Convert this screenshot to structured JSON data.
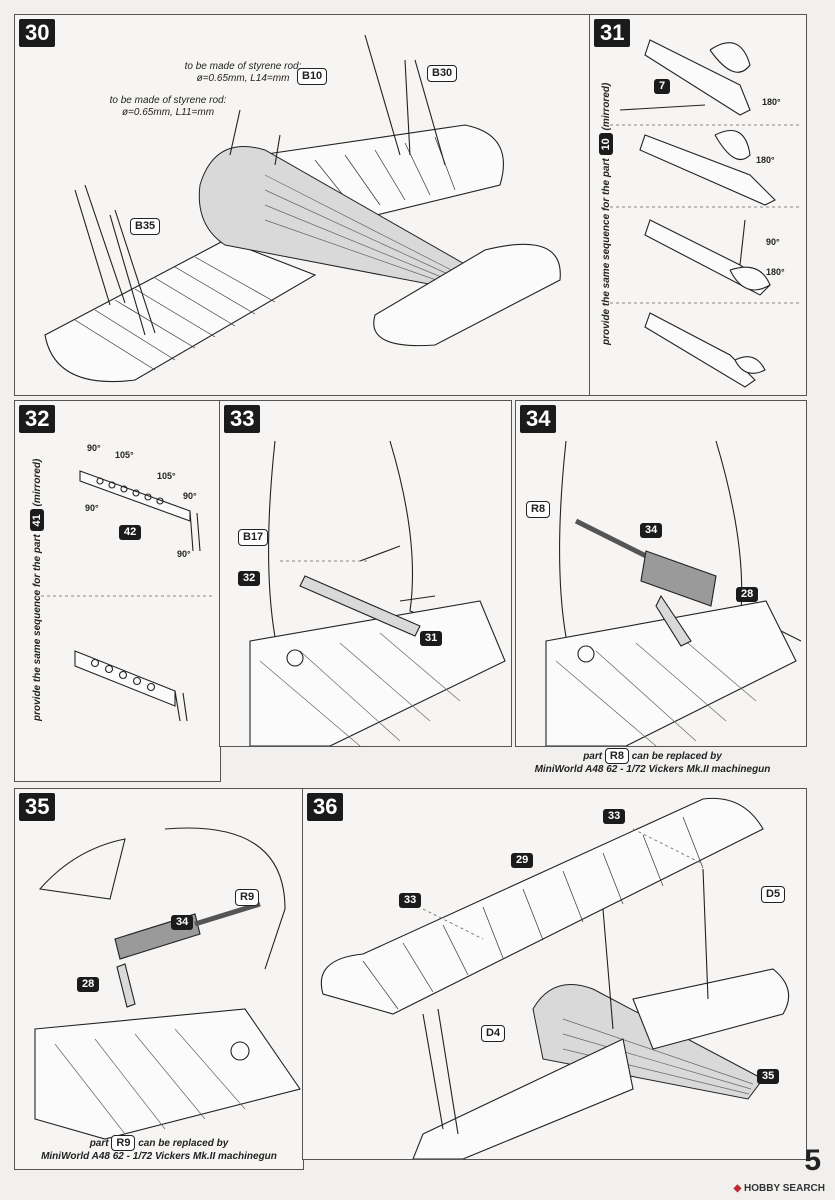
{
  "steps": {
    "s30": {
      "number": "30",
      "note_top": "to be made of styrene rod:\nø=0.65mm, L14=mm",
      "note_left": "to be made of styrene rod:\nø=0.65mm, L11=mm",
      "tags": [
        "B10",
        "B30",
        "B35"
      ]
    },
    "s31": {
      "number": "31",
      "side_text": "provide the same sequence for the part",
      "side_part": "10",
      "side_suffix": "(mirrored)",
      "part": "7",
      "angles": [
        "180°",
        "180°",
        "90°",
        "180°"
      ]
    },
    "s32": {
      "number": "32",
      "side_text": "provide the same sequence for the part",
      "side_part": "41",
      "side_suffix": "(mirrored)",
      "part": "42",
      "angles": [
        "90°",
        "105°",
        "105°",
        "90°",
        "90°",
        "90°"
      ]
    },
    "s33": {
      "number": "33",
      "tags_light": [
        "B17"
      ],
      "tags_dark": [
        "32",
        "31"
      ]
    },
    "s34": {
      "number": "34",
      "tags_light": [
        "R8"
      ],
      "tags_dark": [
        "34",
        "28"
      ],
      "caption_pre": "part",
      "caption_part": "R8",
      "caption_post": "can be replaced by",
      "caption_line2": "MiniWorld A48 62 - 1/72 Vickers Mk.II machinegun"
    },
    "s35": {
      "number": "35",
      "tags_light": [
        "R9"
      ],
      "tags_dark": [
        "34",
        "28"
      ],
      "caption_pre": "part",
      "caption_part": "R9",
      "caption_post": "can be replaced by",
      "caption_line2": "MiniWorld A48 62 - 1/72 Vickers Mk.II machinegun"
    },
    "s36": {
      "number": "36",
      "tags_dark": [
        "33",
        "29",
        "33",
        "35"
      ],
      "tags_light": [
        "D5",
        "D4"
      ]
    }
  },
  "page_number": "5",
  "watermark": {
    "brand": "HOBBY",
    "brand2": "SEARCH"
  }
}
